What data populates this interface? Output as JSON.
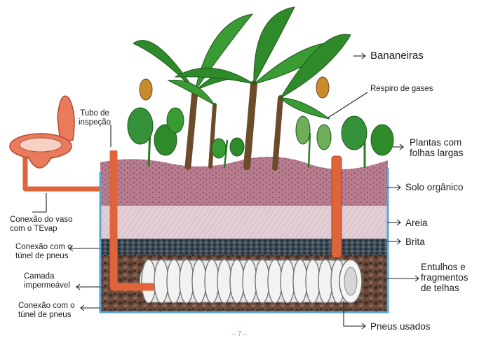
{
  "labels": {
    "bananeiras": "Bananeiras",
    "respiro": "Respiro de gases",
    "tubo_inspecao": [
      "Tubo de",
      "inspeção"
    ],
    "plantas": [
      "Plantas com",
      "folhas largas"
    ],
    "solo": "Solo orgânico",
    "areia": "Areia",
    "brita": "Brita",
    "entulhos": [
      "Entulhos e",
      "fragmentos",
      "de telhas"
    ],
    "pneus_usados": "Pneus usados",
    "conexao_vaso": [
      "Conexão do vaso",
      "com o TEvap"
    ],
    "conexao_tunel_1": [
      "Conexão com o",
      "túnel de pneus"
    ],
    "camada": [
      "Camada",
      "impermeável"
    ],
    "conexao_tunel_2": [
      "Conexão com o",
      "túnel de pneus"
    ]
  },
  "page_number": "– 7 –",
  "colors": {
    "soil": "#b77d8e",
    "sand": "#e2cfd6",
    "gravel": "#3f4d58",
    "rubble": "#6b4c3e",
    "liner": "#5aa6d6",
    "pipe": "#e0643a",
    "toilet": "#ea7a5c",
    "leaf": "#2f8a2a",
    "tire": "#f2f2f2"
  }
}
